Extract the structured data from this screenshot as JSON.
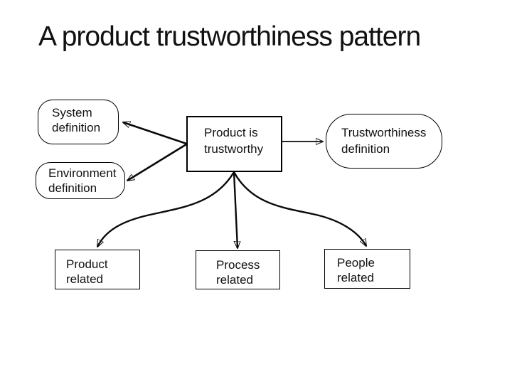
{
  "slide": {
    "title": "A product trustworthiness pattern",
    "colors": {
      "background": "#ffffff",
      "stroke": "#000000",
      "text": "#111111"
    },
    "nodes": {
      "system_definition": {
        "label": "System definition",
        "shape": "rounded-rectangle"
      },
      "environment_definition": {
        "label": "Environment definition",
        "shape": "rounded-rectangle"
      },
      "product_is_trustworthy": {
        "label": "Product is trustworthy",
        "shape": "rectangle"
      },
      "trustworthiness_definition": {
        "label": "Trustworthiness definition",
        "shape": "rounded-rectangle"
      },
      "product_related": {
        "label": "Product related",
        "shape": "rectangle"
      },
      "process_related": {
        "label": "Process related",
        "shape": "rectangle"
      },
      "people_related": {
        "label": "People related",
        "shape": "rectangle"
      }
    },
    "edges": [
      {
        "from": "product_is_trustworthy",
        "to": "system_definition",
        "type": "in-context-of"
      },
      {
        "from": "product_is_trustworthy",
        "to": "environment_definition",
        "type": "in-context-of"
      },
      {
        "from": "product_is_trustworthy",
        "to": "trustworthiness_definition",
        "type": "in-context-of"
      },
      {
        "from": "product_is_trustworthy",
        "to": "product_related",
        "type": "supported-by"
      },
      {
        "from": "product_is_trustworthy",
        "to": "process_related",
        "type": "supported-by"
      },
      {
        "from": "product_is_trustworthy",
        "to": "people_related",
        "type": "supported-by"
      }
    ]
  }
}
